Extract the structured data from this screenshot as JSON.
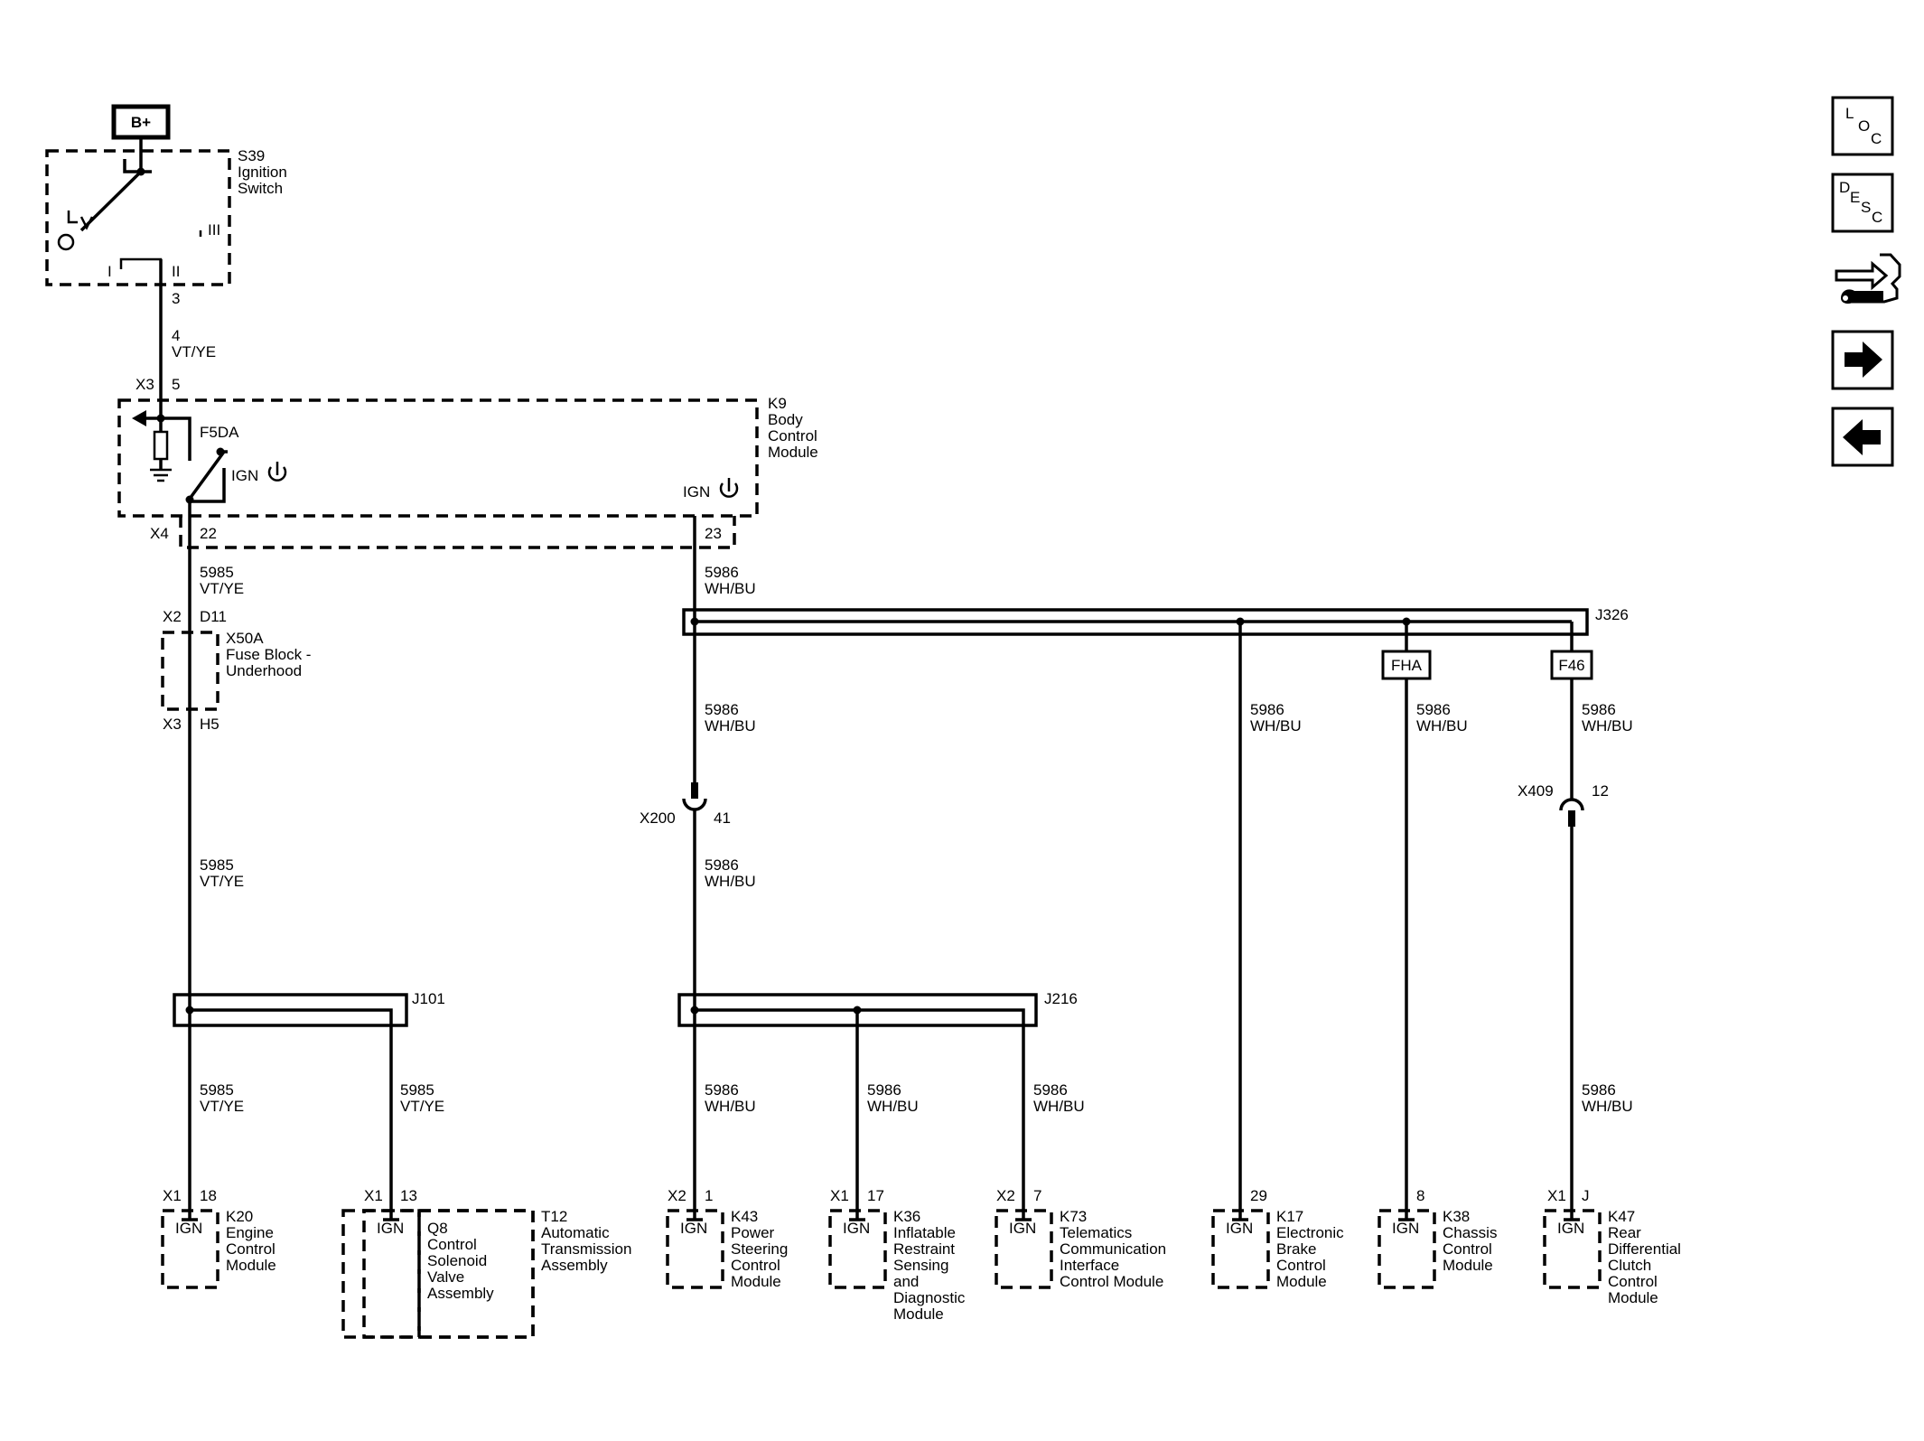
{
  "power": {
    "label": "B+"
  },
  "s39": {
    "id": "S39",
    "line1": "Ignition",
    "line2": "Switch",
    "pos1": "I",
    "pos2": "II",
    "pos3": "III",
    "pin_out": "3"
  },
  "w_s39_k9": {
    "circuit": "4",
    "color": "VT/YE"
  },
  "k9": {
    "id": "K9",
    "line1": "Body",
    "line2": "Control",
    "line3": "Module",
    "conn_in": "X3",
    "pin_in": "5",
    "fuse": "F5DA",
    "ign1": "IGN",
    "ign2": "IGN",
    "conn_out": "X4",
    "pin_out1": "22",
    "pin_out2": "23"
  },
  "w_5985_a": {
    "circuit": "5985",
    "color": "VT/YE"
  },
  "w_5986_a": {
    "circuit": "5986",
    "color": "WH/BU"
  },
  "x50a": {
    "id": "X50A",
    "line1": "Fuse Block -",
    "line2": "Underhood",
    "conn_top": "X2",
    "pin_top": "D11",
    "conn_bot": "X3",
    "pin_bot": "H5"
  },
  "j326": {
    "id": "J326",
    "fuse1": "FHA",
    "fuse2": "F46"
  },
  "w_5986_b": {
    "circuit": "5986",
    "color": "WH/BU"
  },
  "w_5986_c": {
    "circuit": "5986",
    "color": "WH/BU"
  },
  "w_5986_d": {
    "circuit": "5986",
    "color": "WH/BU"
  },
  "w_5986_e": {
    "circuit": "5986",
    "color": "WH/BU"
  },
  "x200": {
    "id": "X200",
    "pin": "41"
  },
  "x409": {
    "id": "X409",
    "pin": "12"
  },
  "w_5985_b": {
    "circuit": "5985",
    "color": "VT/YE"
  },
  "w_5986_f": {
    "circuit": "5986",
    "color": "WH/BU"
  },
  "j101": {
    "id": "J101"
  },
  "j216": {
    "id": "J216"
  },
  "w_5985_c": {
    "circuit": "5985",
    "color": "VT/YE"
  },
  "w_5985_d": {
    "circuit": "5985",
    "color": "VT/YE"
  },
  "w_5986_g": {
    "circuit": "5986",
    "color": "WH/BU"
  },
  "w_5986_h": {
    "circuit": "5986",
    "color": "WH/BU"
  },
  "w_5986_i": {
    "circuit": "5986",
    "color": "WH/BU"
  },
  "w_5986_j": {
    "circuit": "5986",
    "color": "WH/BU"
  },
  "k20": {
    "conn": "X1",
    "pin": "18",
    "ign": "IGN",
    "id": "K20",
    "line1": "Engine",
    "line2": "Control",
    "line3": "Module"
  },
  "t12": {
    "conn": "X1",
    "pin": "13",
    "ign": "IGN",
    "q8": "Q8",
    "q_line1": "Control",
    "q_line2": "Solenoid",
    "q_line3": "Valve",
    "q_line4": "Assembly",
    "id": "T12",
    "line1": "Automatic",
    "line2": "Transmission",
    "line3": "Assembly"
  },
  "k43": {
    "conn": "X2",
    "pin": "1",
    "ign": "IGN",
    "id": "K43",
    "line1": "Power",
    "line2": "Steering",
    "line3": "Control",
    "line4": "Module"
  },
  "k36": {
    "conn": "X1",
    "pin": "17",
    "ign": "IGN",
    "id": "K36",
    "line1": "Inflatable",
    "line2": "Restraint",
    "line3": "Sensing",
    "line4": "and",
    "line5": "Diagnostic",
    "line6": "Module"
  },
  "k73": {
    "conn": "X2",
    "pin": "7",
    "ign": "IGN",
    "id": "K73",
    "line1": "Telematics",
    "line2": "Communication",
    "line3": "Interface",
    "line4": "Control Module"
  },
  "k17": {
    "pin": "29",
    "ign": "IGN",
    "id": "K17",
    "line1": "Electronic",
    "line2": "Brake",
    "line3": "Control",
    "line4": "Module"
  },
  "k38": {
    "pin": "8",
    "ign": "IGN",
    "id": "K38",
    "line1": "Chassis",
    "line2": "Control",
    "line3": "Module"
  },
  "k47": {
    "conn": "X1",
    "pin": "J",
    "ign": "IGN",
    "id": "K47",
    "line1": "Rear",
    "line2": "Differential",
    "line3": "Clutch",
    "line4": "Control",
    "line5": "Module"
  },
  "sidebar": {
    "loc": {
      "l": "L",
      "o": "O",
      "c": "C"
    },
    "desc": {
      "d": "D",
      "e": "E",
      "s": "S",
      "c": "C"
    }
  }
}
